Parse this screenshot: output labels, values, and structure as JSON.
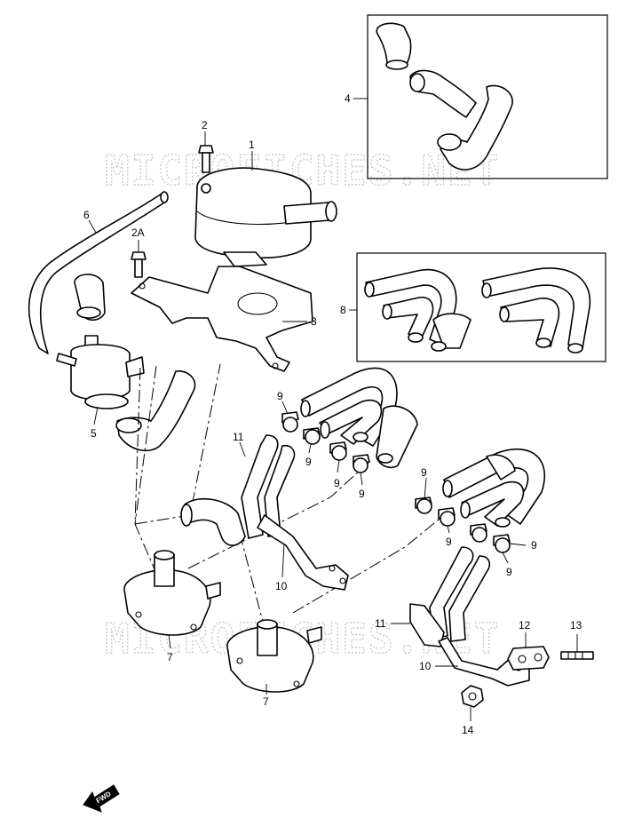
{
  "watermark": "MICROFICHES.NET",
  "fwd_label": "FWD",
  "callouts": {
    "p1": "1",
    "p2": "2",
    "p2a": "2A",
    "p3": "3",
    "p4": "4",
    "p5": "5",
    "p6": "6",
    "p7a": "7",
    "p7b": "7",
    "p8": "8",
    "p9a": "9",
    "p9b": "9",
    "p9c": "9",
    "p9d": "9",
    "p9e": "9",
    "p9f": "9",
    "p9g": "9",
    "p9h": "9",
    "p10a": "10",
    "p10b": "10",
    "p11a": "11",
    "p11b": "11",
    "p12": "12",
    "p13": "13",
    "p14": "14"
  }
}
